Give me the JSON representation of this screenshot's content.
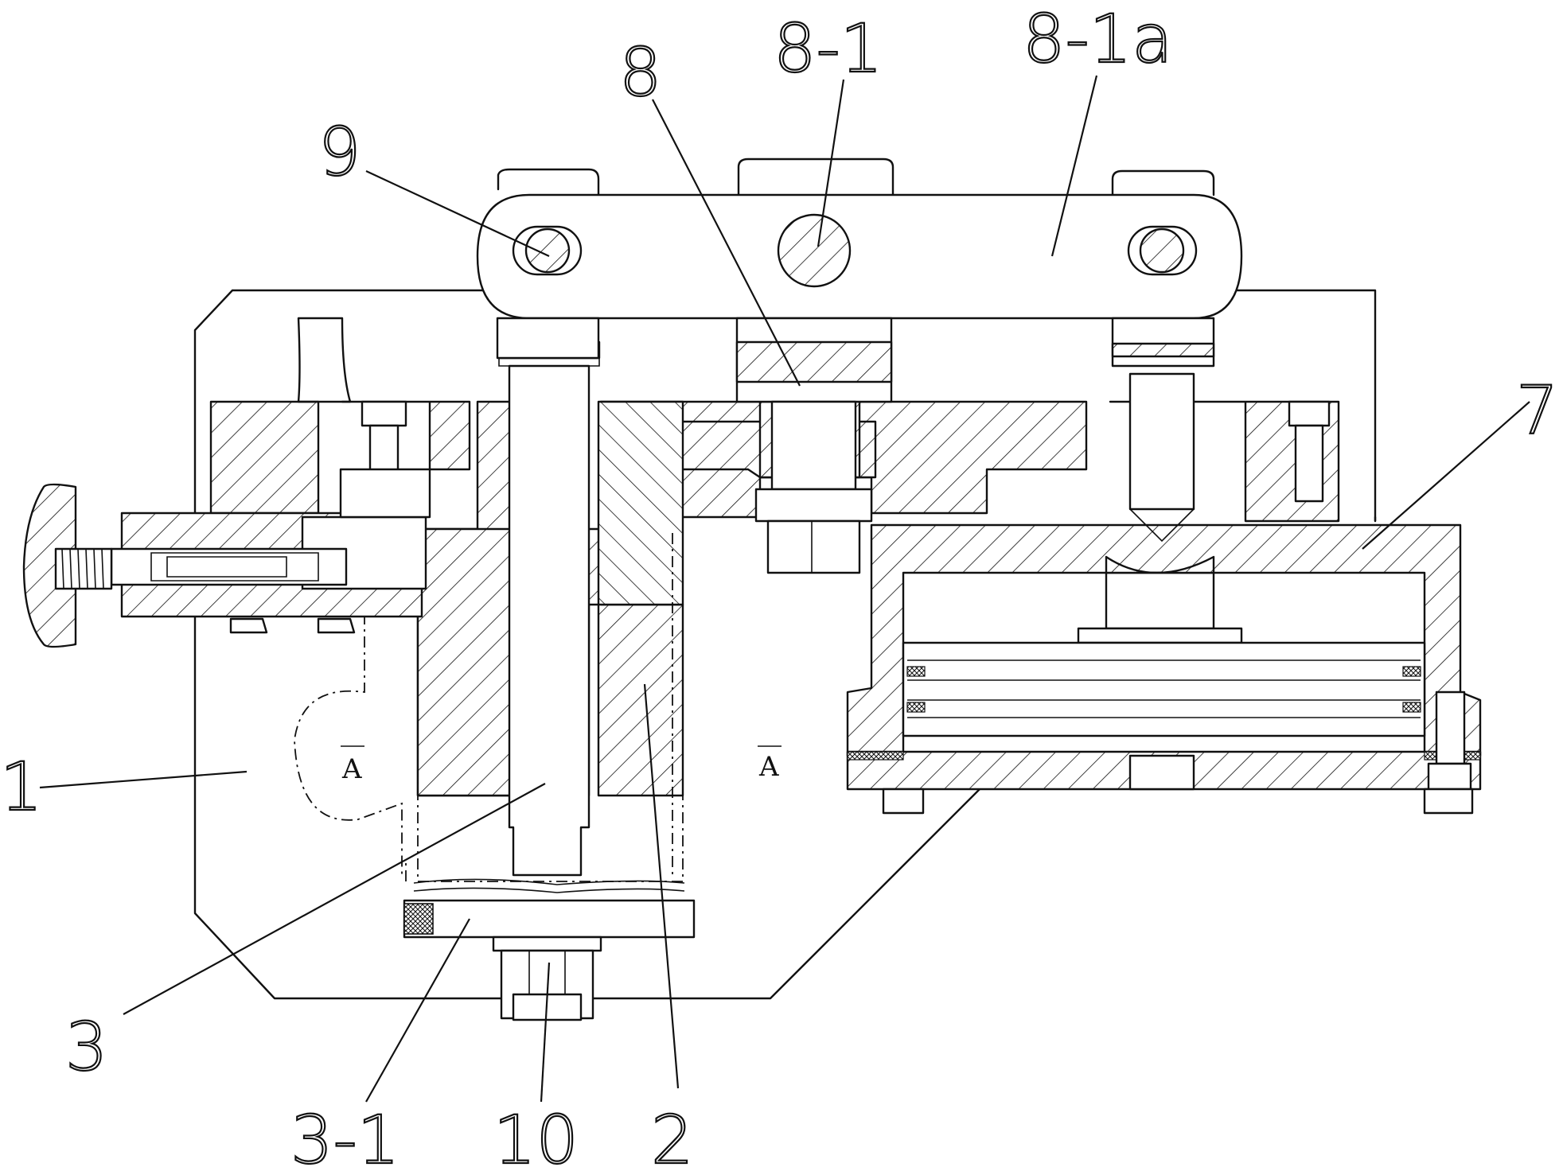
{
  "callouts": [
    {
      "id": "9",
      "text": "9"
    },
    {
      "id": "8",
      "text": "8"
    },
    {
      "id": "8-1",
      "text": "8-1"
    },
    {
      "id": "8-1a",
      "text": "8-1a"
    },
    {
      "id": "7",
      "text": "7"
    },
    {
      "id": "1",
      "text": "1"
    },
    {
      "id": "3",
      "text": "3"
    },
    {
      "id": "3-1",
      "text": "3-1"
    },
    {
      "id": "10",
      "text": "10"
    },
    {
      "id": "2",
      "text": "2"
    }
  ],
  "section_marks": [
    {
      "id": "left",
      "text": "A"
    },
    {
      "id": "right",
      "text": "A"
    }
  ]
}
